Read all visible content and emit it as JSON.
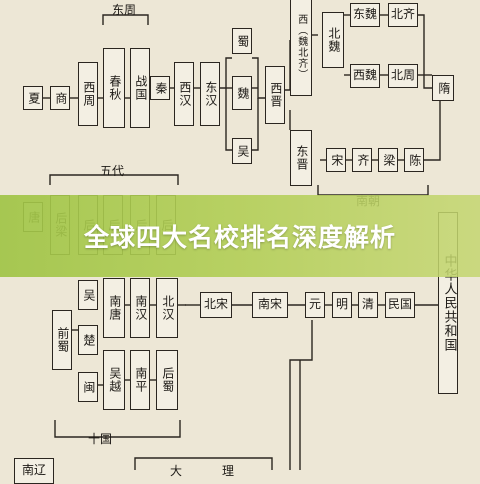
{
  "headline": "全球四大名校排名深度解析",
  "top": {
    "xia": "夏",
    "shang": "商",
    "xizhou": "西周",
    "dongzhou": "东周",
    "chunqiu": "春秋",
    "zhanguo": "战国",
    "qin": "秦",
    "xihan": "西汉",
    "donghan": "东汉",
    "shu": "蜀",
    "wei": "魏",
    "wu": "吴",
    "xijin": "西晋",
    "dongjin": "东晋",
    "xiwei_note": "西（魏北齐）",
    "beiwei": "北魏",
    "dongwei": "东魏",
    "beiqi": "北齐",
    "xiwei": "西魏",
    "beizhou": "北周",
    "sui": "隋",
    "song": "宋",
    "qi": "齐",
    "liang": "梁",
    "chen": "陈",
    "nanchao": "南朝"
  },
  "bottom": {
    "wudai": "五代",
    "tang": "唐",
    "houliang": "后梁",
    "houtang": "后",
    "houjin": "后",
    "houhan": "后",
    "houzhou": "后",
    "qianshu": "前蜀",
    "wu": "吴",
    "chu": "楚",
    "min": "闽",
    "nantang": "南唐",
    "wuyue": "吴越",
    "nanhan": "南汉",
    "nanping": "南平",
    "beihan": "北汉",
    "houshu": "后蜀",
    "beisong": "北宋",
    "nansong": "南宋",
    "yuan": "元",
    "ming": "明",
    "qing": "清",
    "minguo": "民国",
    "prc": "中华人民共和国",
    "shiguo": "十国",
    "nanliao": "南辽",
    "dali": "大理"
  }
}
